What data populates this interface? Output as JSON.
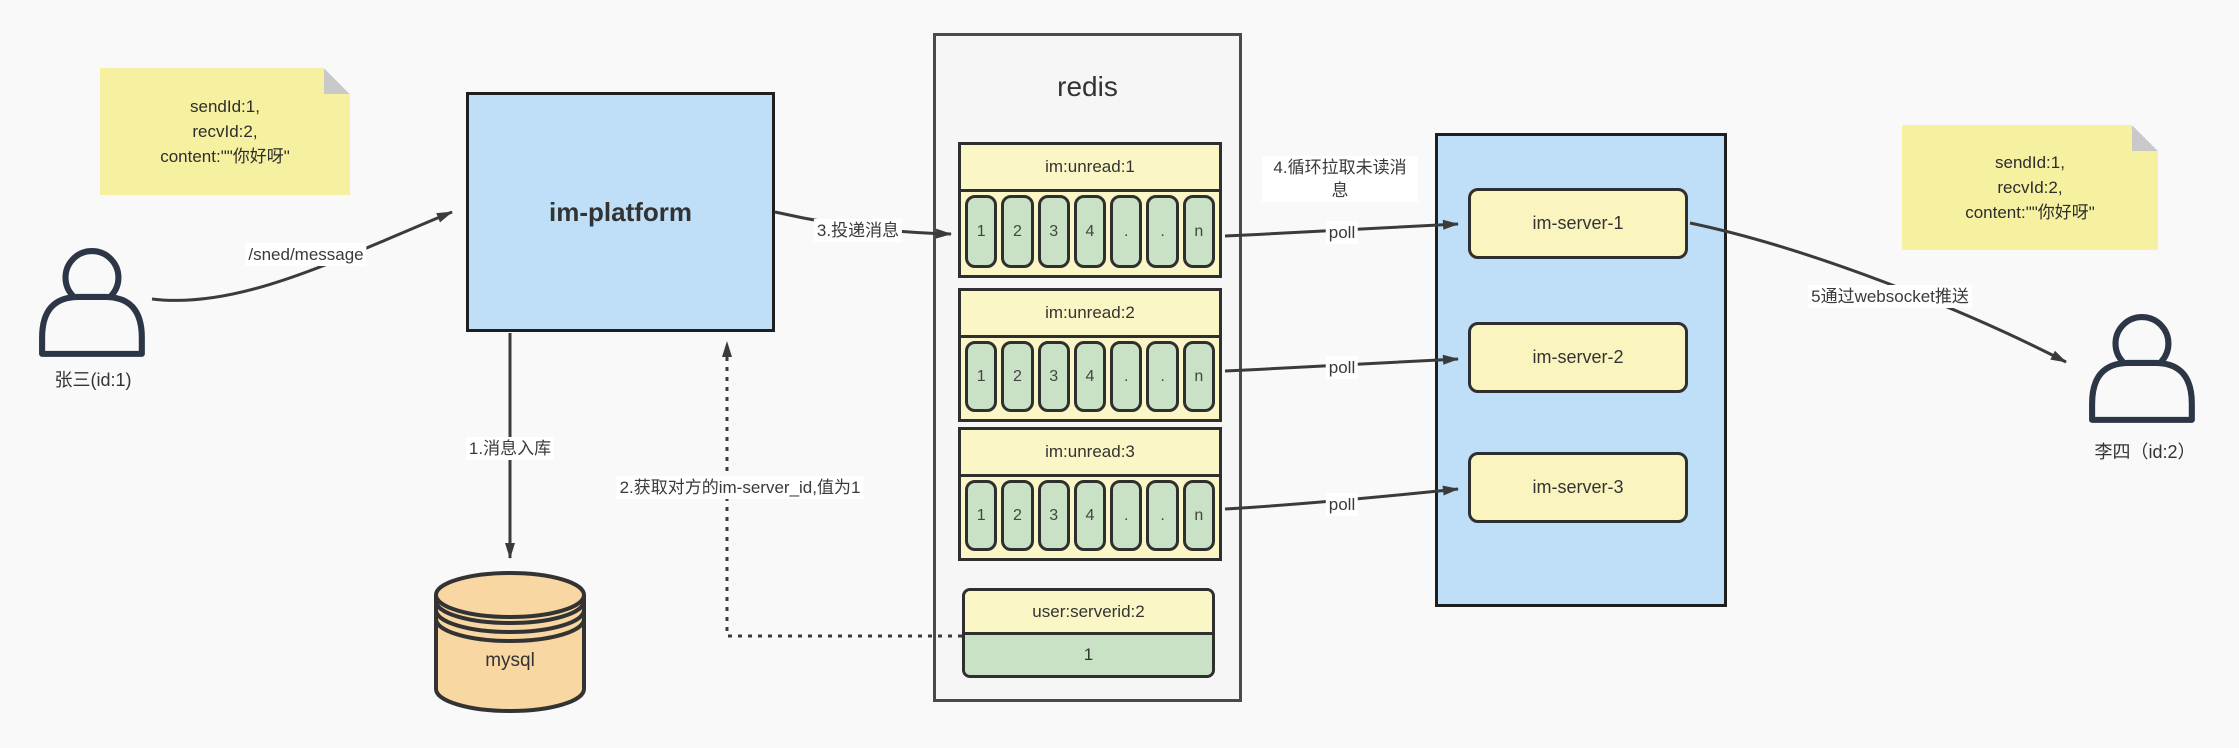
{
  "scene": {
    "background": "#f9f9f9"
  },
  "notes": {
    "left": {
      "line1": "sendId:1,",
      "line2": "recvId:2,",
      "line3": "content:\"\"你好呀\""
    },
    "right": {
      "line1": "sendId:1,",
      "line2": "recvId:2,",
      "line3": "content:\"\"你好呀\""
    }
  },
  "actors": {
    "sender": {
      "label": "张三(id:1)"
    },
    "receiver": {
      "label": "李四（id:2）"
    }
  },
  "platform": {
    "label": "im-platform"
  },
  "database": {
    "label": "mysql"
  },
  "redis": {
    "title": "redis",
    "queues": [
      {
        "title": "im:unread:1",
        "cells": [
          "1",
          "2",
          "3",
          "4",
          ".",
          ".",
          "n"
        ]
      },
      {
        "title": "im:unread:2",
        "cells": [
          "1",
          "2",
          "3",
          "4",
          ".",
          ".",
          "n"
        ]
      },
      {
        "title": "im:unread:3",
        "cells": [
          "1",
          "2",
          "3",
          "4",
          ".",
          ".",
          "n"
        ]
      }
    ],
    "mapping": {
      "title": "user:serverid:2",
      "value": "1"
    }
  },
  "servers": [
    {
      "label": "im-server-1"
    },
    {
      "label": "im-server-2"
    },
    {
      "label": "im-server-3"
    }
  ],
  "labels": {
    "send_api": "/sned/message",
    "step1": "1.消息入库",
    "step2": "2.获取对方的im-server_id,值为1",
    "step3": "3.投递消息",
    "step4": "4.循环拉取未读消息",
    "poll": "poll",
    "step5": "5通过websocket推送"
  },
  "colors": {
    "box_blue": "#bedff7",
    "note_yellow": "#f6f1a0",
    "header_yellow": "#fbf6c6",
    "cell_green": "#c9e2c5",
    "db_peach": "#f9d7a2",
    "line": "#3b3b3b"
  }
}
